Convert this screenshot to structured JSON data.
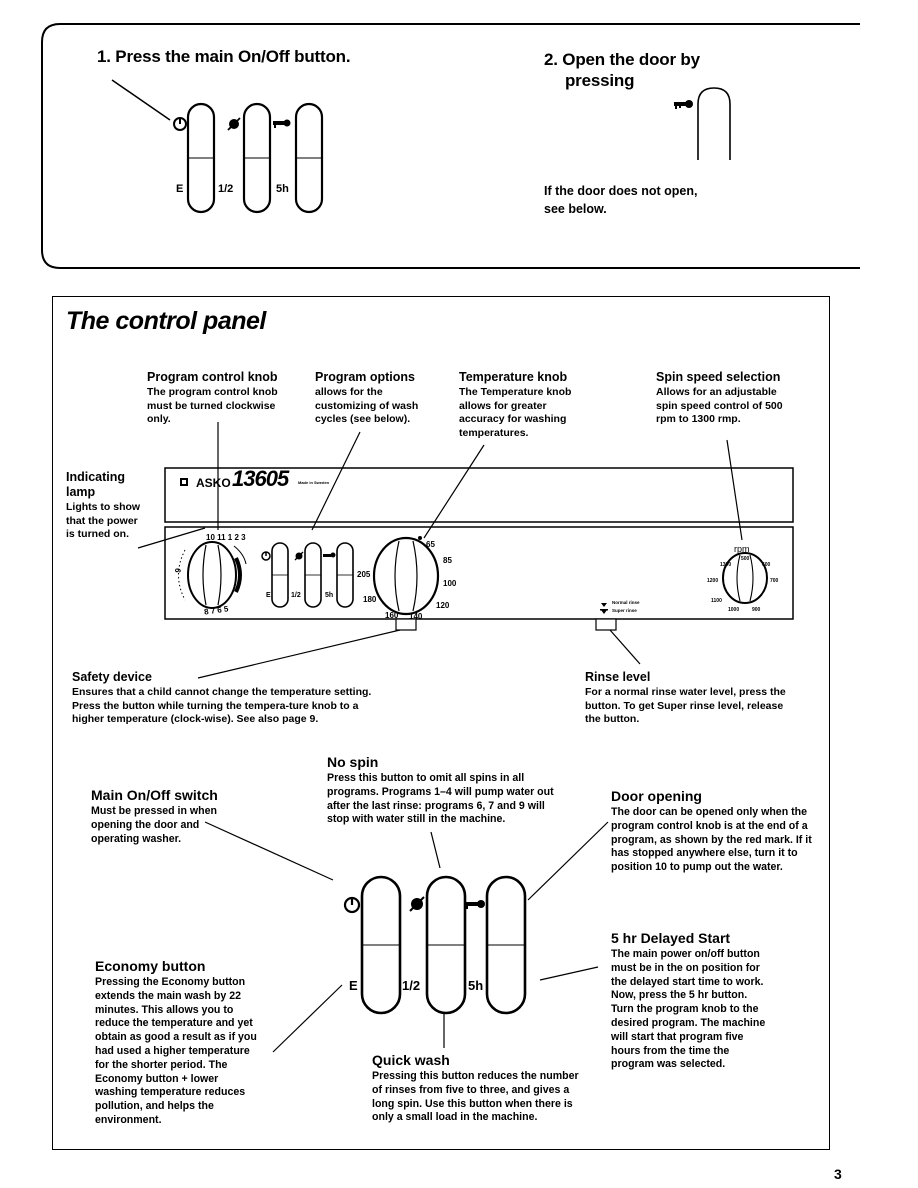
{
  "step1": {
    "title": "1. Press the main On/Off button."
  },
  "step2": {
    "title_line1": "2. Open the door by",
    "title_line2": "pressing",
    "note_line1": "If the door does not open,",
    "note_line2": "see below."
  },
  "button_labels": {
    "economy": "E",
    "half": "1/2",
    "five_hour": "5h"
  },
  "section": {
    "title": "The control panel"
  },
  "callouts": {
    "program_knob": {
      "title": "Program control knob",
      "lines": [
        "The program control knob",
        "must be turned clockwise",
        "only."
      ]
    },
    "program_options": {
      "title": "Program options",
      "lines": [
        "allows for the",
        "customizing of wash",
        "cycles (see below)."
      ]
    },
    "temperature_knob": {
      "title": "Temperature knob",
      "lines": [
        "The Temperature knob",
        "allows for greater",
        "accuracy for washing",
        "temperatures."
      ]
    },
    "spin_speed": {
      "title": "Spin speed selection",
      "lines": [
        "Allows for an adjustable",
        "spin speed control of 500",
        "rpm to 1300 rmp."
      ]
    },
    "indicating_lamp": {
      "title_line1": "Indicating",
      "title_line2": "lamp",
      "lines": [
        "Lights to show",
        "that the power",
        "is turned on."
      ]
    },
    "safety_device": {
      "title": "Safety device",
      "lines": [
        "Ensures that a child cannot change the temperature setting.",
        "Press the button while turning the tempera-ture knob to a",
        "higher temperature (clock-wise). See also page 9."
      ]
    },
    "rinse_level": {
      "title": "Rinse level",
      "lines": [
        "For a normal rinse water level, press the",
        "button. To get Super rinse level, release",
        "the button."
      ]
    }
  },
  "panel": {
    "brand": "ASKO",
    "model": "13605",
    "made_in": "Made in Sweden",
    "program_numbers": "10 11 1 2 3",
    "program_numbers_low": "8 7 6 5",
    "program_side": "9",
    "temp_marks": [
      "65",
      "85",
      "100",
      "120",
      "140",
      "160",
      "180",
      "205"
    ],
    "rinse_normal": "Normal rinse",
    "rinse_super": "Super rinse",
    "rpm_label": "rpm",
    "rpm_marks": [
      "500",
      "1300",
      "600",
      "1200",
      "700",
      "1100",
      "1000",
      "900"
    ]
  },
  "lower": {
    "no_spin": {
      "title": "No spin",
      "lines": [
        "Press this button to omit all spins in all",
        "programs. Programs 1–4 will pump water out",
        "after the last rinse: programs 6, 7 and 9 will",
        "stop with water still in the machine."
      ]
    },
    "main_switch": {
      "title": "Main On/Off switch",
      "lines": [
        "Must be pressed in when",
        "opening the door and",
        "operating washer."
      ]
    },
    "door_opening": {
      "title": "Door opening",
      "lines": [
        "The door can be opened only when the",
        "program control knob is at the end of a",
        "program, as shown by the red mark. If it",
        "has stopped anywhere else, turn it to",
        "position 10 to pump out the water."
      ]
    },
    "delayed_start": {
      "title": "5 hr Delayed Start",
      "lines": [
        "The main power on/off button",
        "must be in the on position for",
        "the delayed start time to work.",
        "Now, press the 5 hr button.",
        "Turn the program knob to the",
        "desired program. The machine",
        "will start that program five",
        "hours from the time the",
        "program was selected."
      ]
    },
    "economy": {
      "title": "Economy button",
      "lines": [
        "Pressing the Economy button",
        "extends the main wash by 22",
        "minutes. This allows you to",
        "reduce the temperature and yet",
        "obtain as good a result as if you",
        "had used a higher temperature",
        "for the shorter period. The",
        "Economy button + lower",
        "washing temperature reduces",
        "pollution, and helps the",
        "environment."
      ]
    },
    "quick_wash": {
      "title": "Quick wash",
      "lines": [
        "Pressing this button reduces the number",
        "of rinses from five to three, and gives a",
        "long spin. Use this button when there is",
        "only a small load in the machine."
      ]
    }
  },
  "page_number": "3"
}
